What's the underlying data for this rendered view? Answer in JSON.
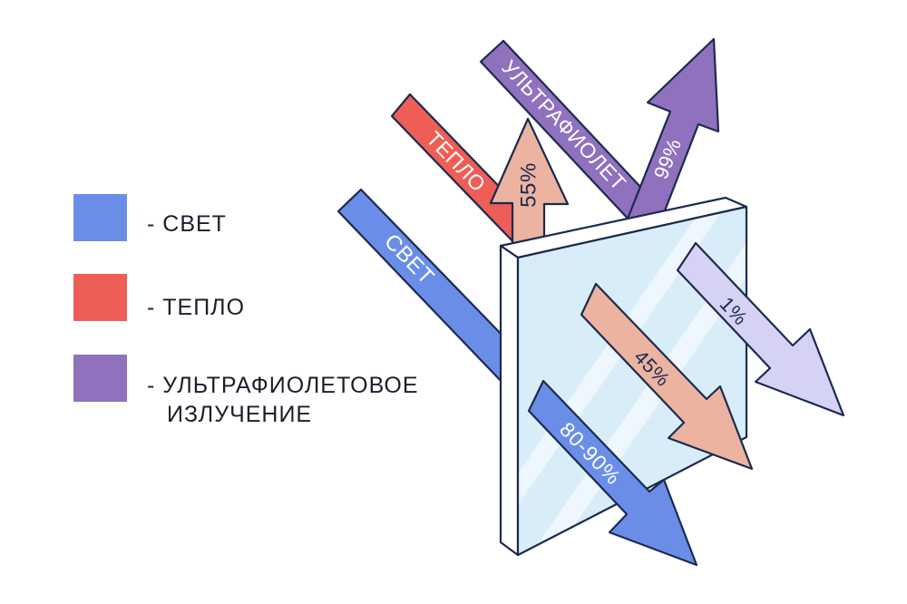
{
  "legend": [
    {
      "key": "light",
      "label": "- СВЕТ"
    },
    {
      "key": "heat",
      "label": "- ТЕПЛО"
    },
    {
      "key": "uv",
      "label": "- УЛЬТРАФИОЛЕТОВОЕ",
      "label_line2": "ИЗЛУЧЕНИЕ"
    }
  ],
  "incoming": {
    "light": "СВЕТ",
    "heat": "ТЕПЛО",
    "uv": "УЛЬТРАФИОЛЕТ"
  },
  "reflected": {
    "heat": "55%",
    "uv": "99%"
  },
  "transmitted": {
    "light": "80-90%",
    "heat": "45%",
    "uv": "1%"
  },
  "colors": {
    "light": "#6a8ee8",
    "heat": "#ee5e56",
    "uv": "#8f71bd",
    "heat_soft": "#ecb3a1",
    "uv_soft": "#d6d2f3",
    "glass": "#d9edf8",
    "glass_highlight": "#eef7fd",
    "outline": "#1b2a4f",
    "text": "#1d1d2b"
  }
}
